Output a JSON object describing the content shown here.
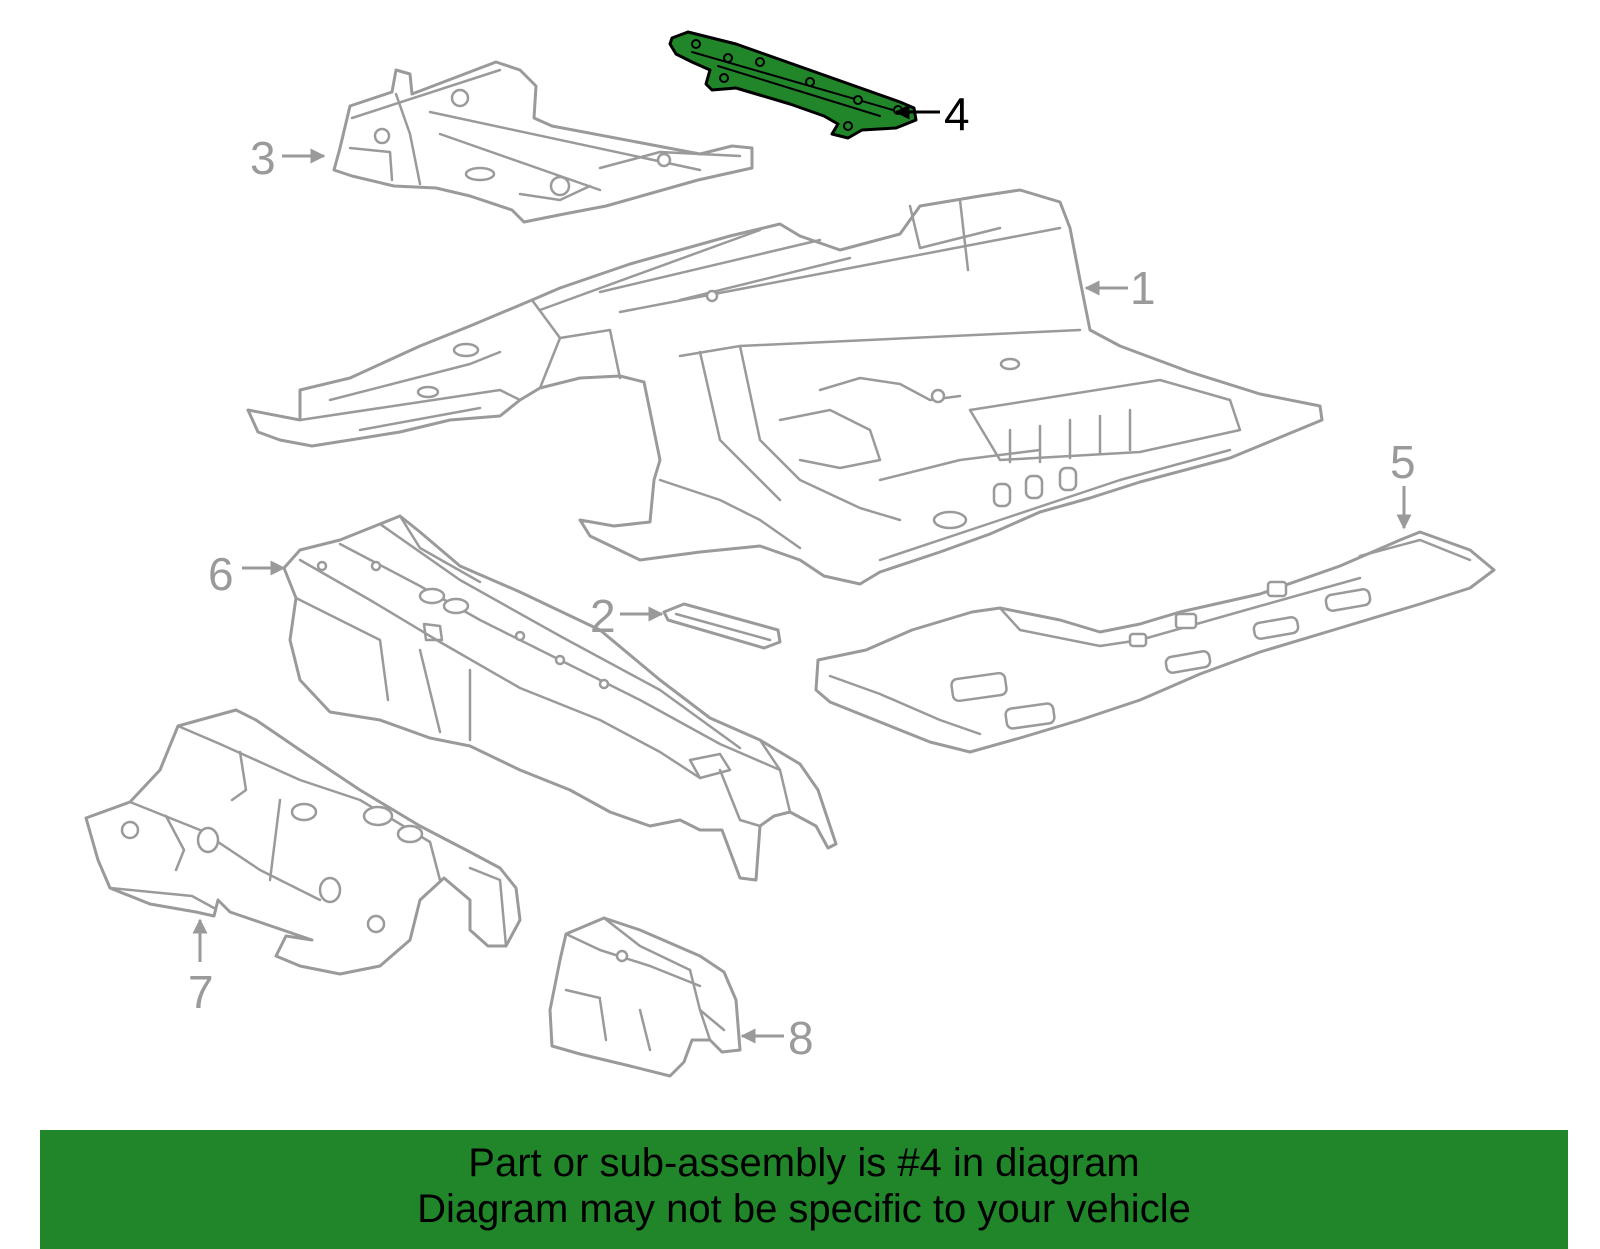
{
  "diagram": {
    "selected_part": "4",
    "highlight_color": "#21862a",
    "line_color": "#9a9a9a",
    "callouts": [
      {
        "id": "1",
        "label": "1"
      },
      {
        "id": "2",
        "label": "2"
      },
      {
        "id": "3",
        "label": "3"
      },
      {
        "id": "4",
        "label": "4"
      },
      {
        "id": "5",
        "label": "5"
      },
      {
        "id": "6",
        "label": "6"
      },
      {
        "id": "7",
        "label": "7"
      },
      {
        "id": "8",
        "label": "8"
      }
    ]
  },
  "banner": {
    "line1": "Part or sub-assembly is #4 in diagram",
    "line2": "Diagram may not be specific to your vehicle",
    "background": "#21862a"
  }
}
